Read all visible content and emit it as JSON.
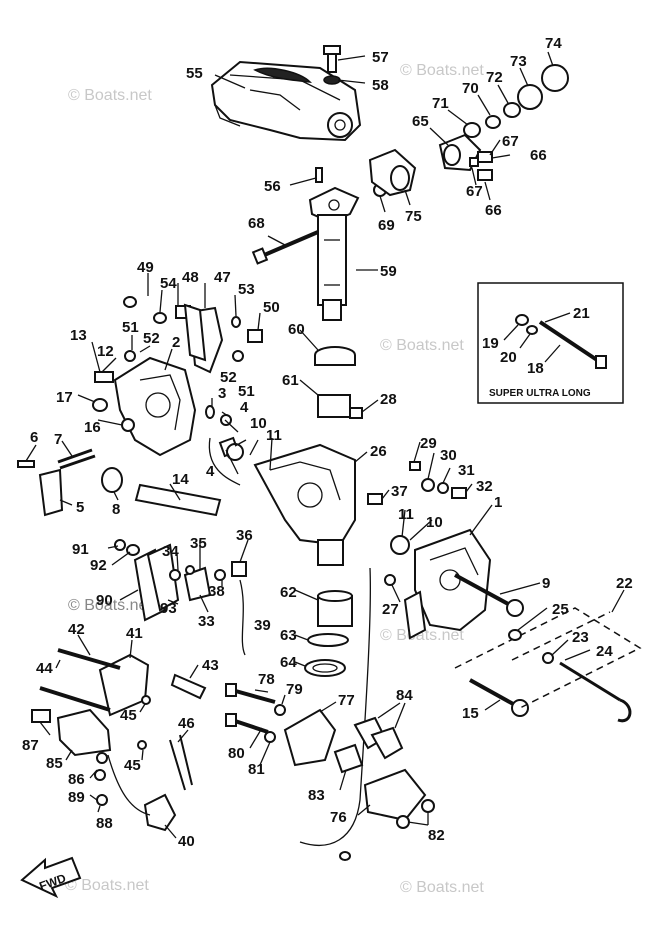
{
  "watermark": "© Boats.net",
  "inset_caption": "SUPER ULTRA LONG",
  "fwd_label": "FWD",
  "callouts": [
    "1",
    "2",
    "3",
    "4",
    "5",
    "6",
    "7",
    "8",
    "9",
    "10",
    "11",
    "12",
    "13",
    "14",
    "15",
    "16",
    "17",
    "18",
    "19",
    "20",
    "21",
    "22",
    "23",
    "24",
    "25",
    "26",
    "27",
    "28",
    "29",
    "30",
    "31",
    "32",
    "33",
    "34",
    "35",
    "36",
    "37",
    "38",
    "39",
    "40",
    "41",
    "42",
    "43",
    "44",
    "45",
    "46",
    "47",
    "48",
    "49",
    "50",
    "51",
    "52",
    "53",
    "54",
    "55",
    "56",
    "57",
    "58",
    "59",
    "60",
    "61",
    "62",
    "63",
    "64",
    "65",
    "66",
    "67",
    "68",
    "69",
    "70",
    "71",
    "72",
    "73",
    "74",
    "75",
    "76",
    "77",
    "78",
    "79",
    "80",
    "81",
    "82",
    "83",
    "84",
    "85",
    "86",
    "87",
    "88",
    "89",
    "90",
    "91",
    "92",
    "93"
  ]
}
